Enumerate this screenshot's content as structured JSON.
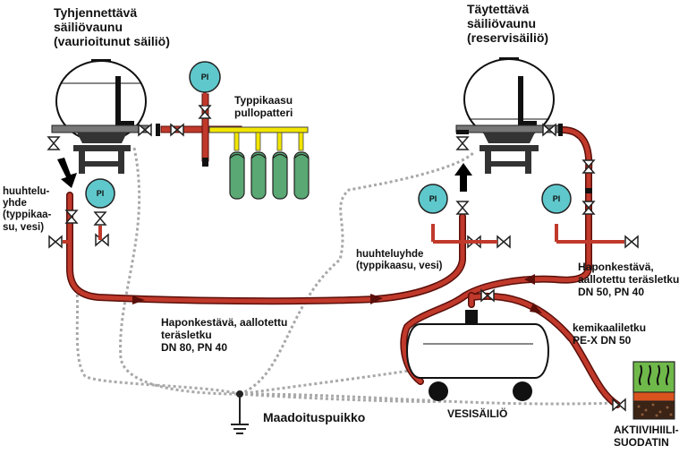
{
  "labels": {
    "source_tank": [
      "Tyhjennettävä",
      "säiliövaunu",
      "(vaurioitunut säiliö)"
    ],
    "target_tank": [
      "Täytettävä",
      "säiliövaunu",
      "(reservisäiliö)"
    ],
    "nitrogen_bank": [
      "Typpikaasu",
      "pullopatteri"
    ],
    "flush_left": [
      "huuhtelu-",
      "yhde",
      "(typpikaa-",
      "su, vesi)"
    ],
    "flush_right": [
      "huuhteluyhde",
      "(typpikaasu, vesi)"
    ],
    "hose_dn80": [
      "Haponkestävä, aallotettu",
      "teräsletku",
      "DN 80, PN 40"
    ],
    "hose_dn50": [
      "Haponkestävä,",
      "aallotettu teräsletku",
      "DN 50, PN 40"
    ],
    "chem_hose": [
      "kemikaaliletku",
      "PE-X DN 50"
    ],
    "water_tank": "VESISÄILIÖ",
    "grounding": "Maadoituspuikko",
    "carbon_filter": [
      "AKTIIVIHIILI-",
      "SUODATIN"
    ],
    "pressure_indicator": "PI"
  },
  "colors": {
    "hose_fill": "#c0392b",
    "hose_outline": "#5a0f0a",
    "gauge": "#5ec8cc",
    "gas_cylinder": "#5aa873",
    "gas_manifold": "#f2e600",
    "ground_wire": "#a8a8a8",
    "filter_top": "#6fb84a",
    "filter_middle": "#d9531e",
    "filter_bottom": "#3b2416"
  },
  "icons": [
    "pressure-gauge-icon",
    "valve-icon",
    "flow-arrow-icon",
    "ground-symbol-icon",
    "gas-cylinder-icon"
  ]
}
